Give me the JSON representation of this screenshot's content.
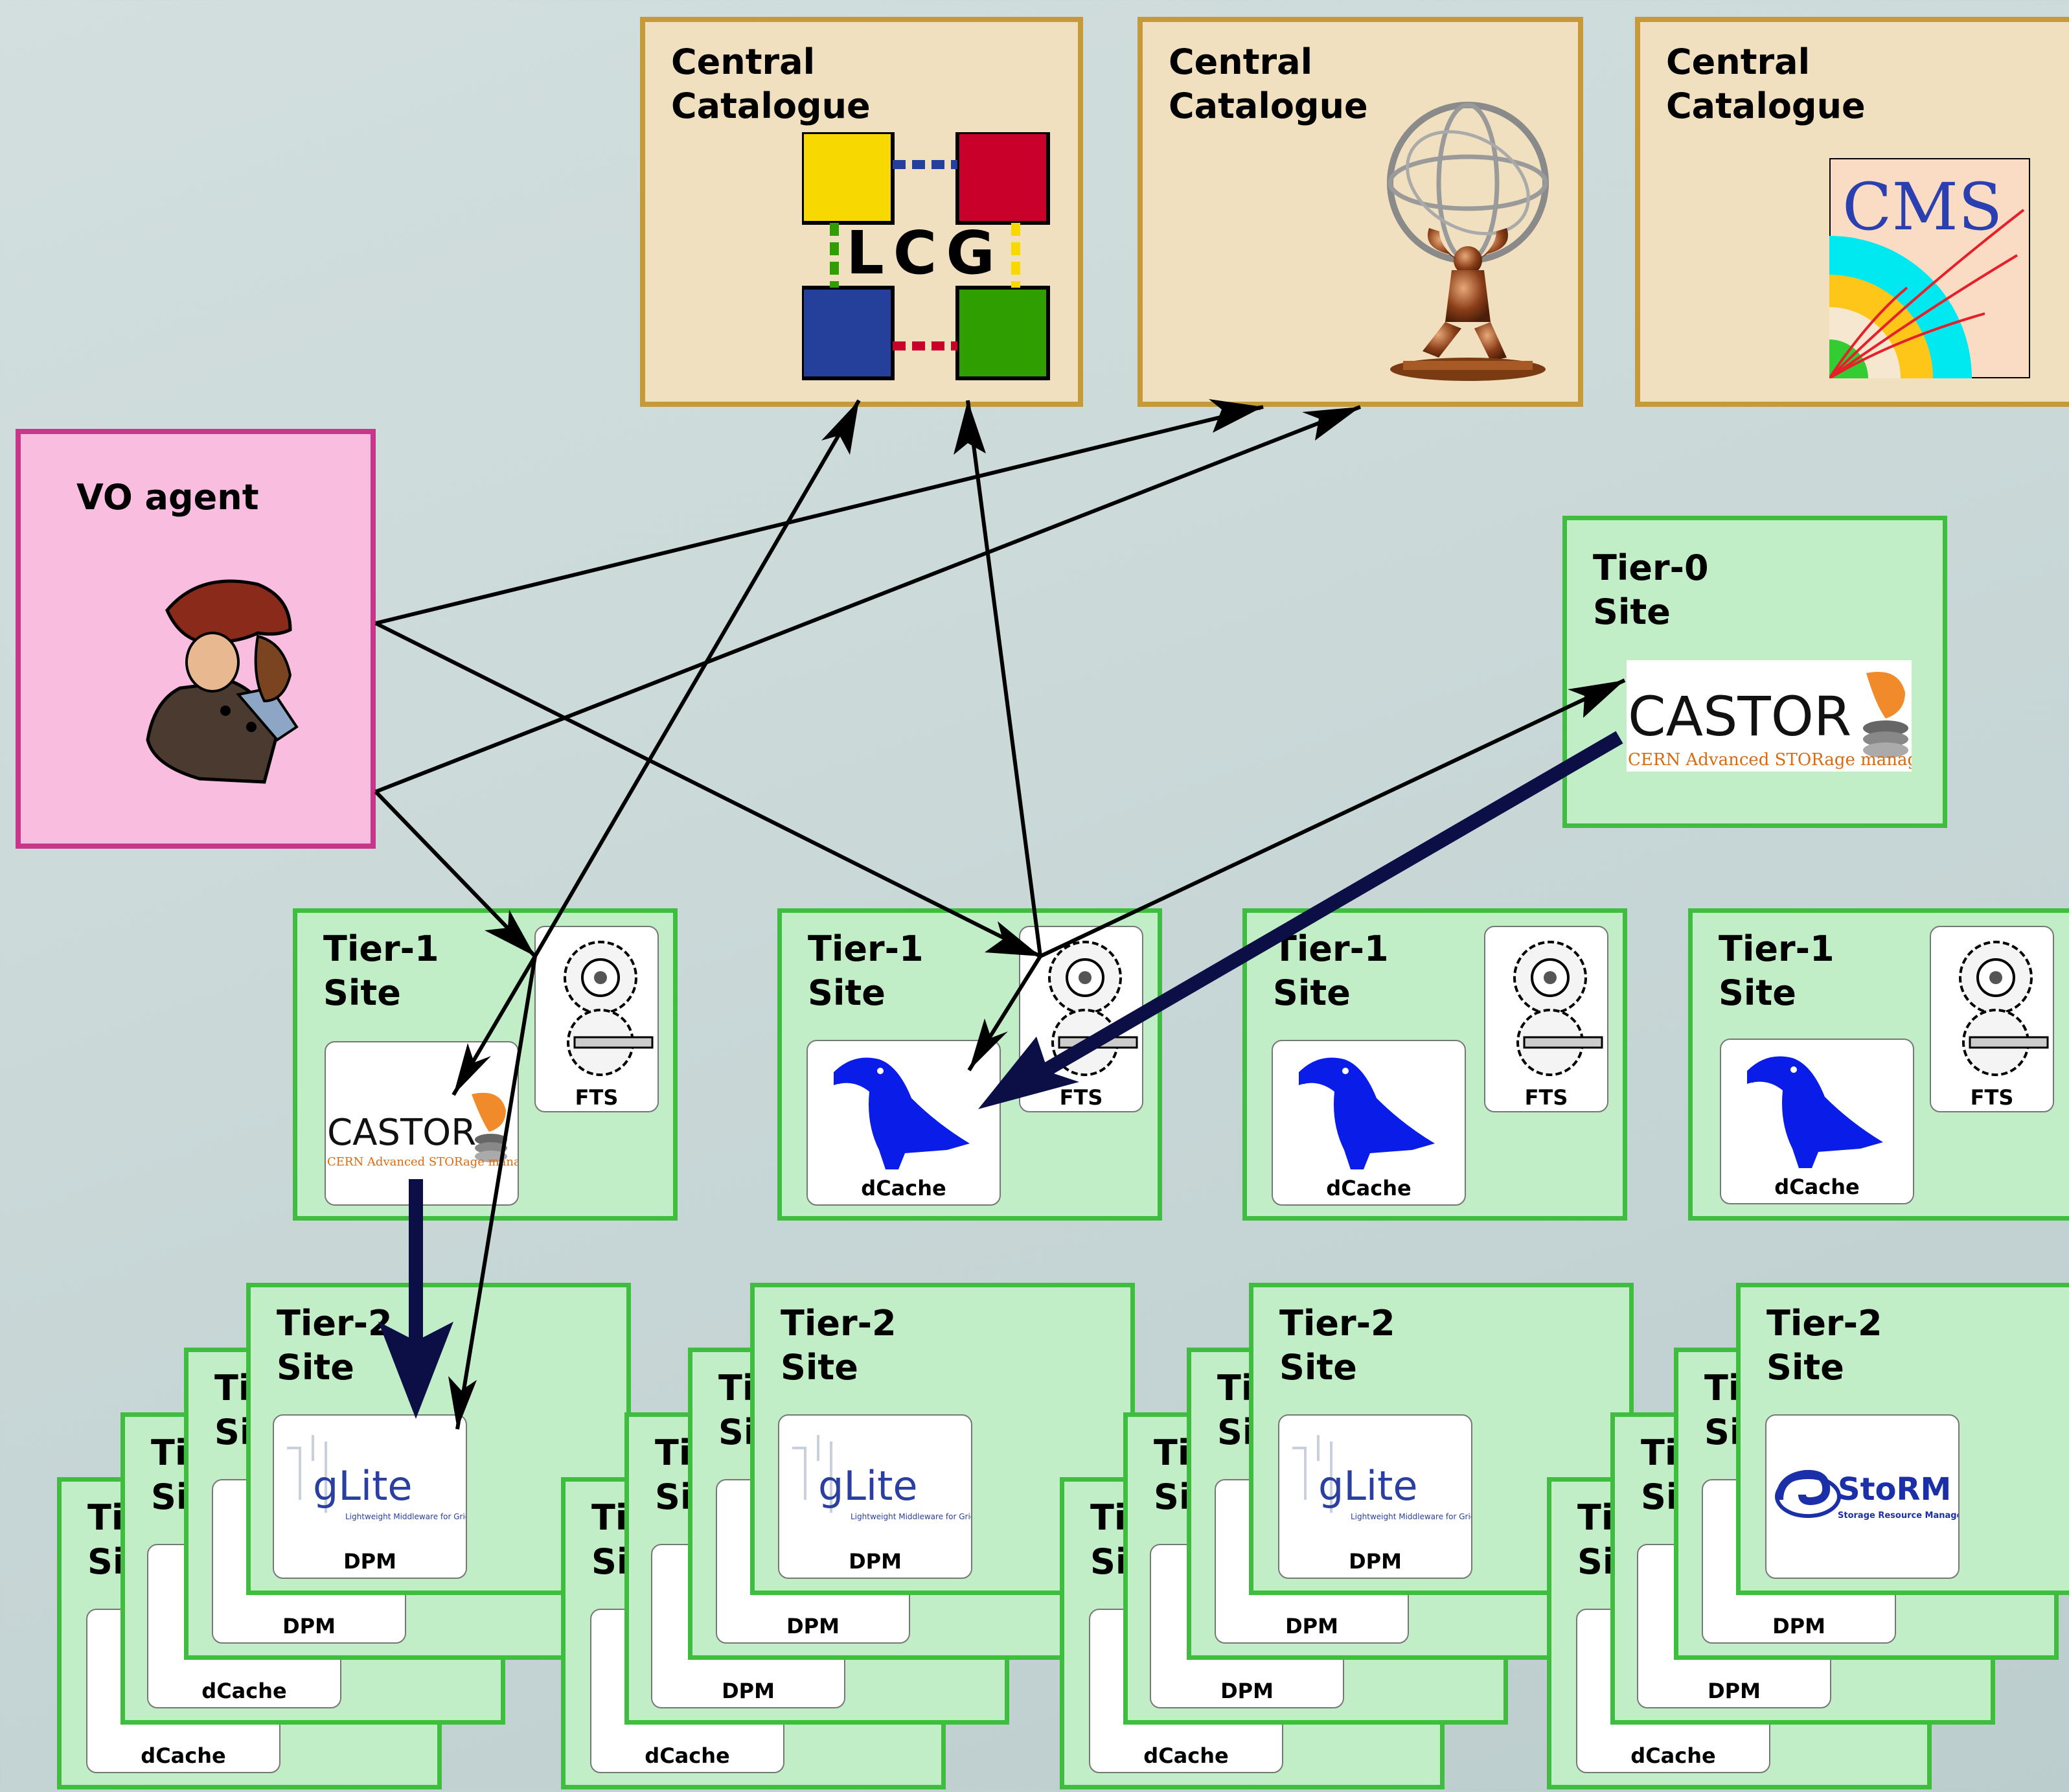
{
  "catalogues": [
    {
      "title": "Central\nCatalogue",
      "logo": "lcg-logo"
    },
    {
      "title": "Central\nCatalogue",
      "logo": "atlas-logo"
    },
    {
      "title": "Central\nCatalogue",
      "logo": "cms-logo"
    }
  ],
  "vo_agent": {
    "title": "VO agent",
    "icon": "agent-figure-icon"
  },
  "tier0": {
    "title": "Tier-0\nSite",
    "storage": "CASTOR",
    "storage_sub": "CERN Advanced STORage manager"
  },
  "tier1": [
    {
      "title": "Tier-1\nSite",
      "storage": "CASTOR",
      "storage_sub": "CERN Advanced STORage manager",
      "fts": "FTS"
    },
    {
      "title": "Tier-1\nSite",
      "storage": "dCache",
      "fts": "FTS"
    },
    {
      "title": "Tier-1\nSite",
      "storage": "dCache",
      "fts": "FTS"
    },
    {
      "title": "Tier-1\nSite",
      "storage": "dCache",
      "fts": "FTS"
    }
  ],
  "tier2_front": [
    {
      "title": "Tier-2\nSite",
      "storage": "DPM",
      "logo_text": "gLite",
      "logo_sub": "Lightweight Middleware for Grid Computing"
    },
    {
      "title": "Tier-2\nSite",
      "storage": "DPM",
      "logo_text": "gLite",
      "logo_sub": "Lightweight Middleware for Grid Computing"
    },
    {
      "title": "Tier-2\nSite",
      "storage": "DPM",
      "logo_text": "gLite",
      "logo_sub": "Lightweight Middleware for Grid Computing"
    },
    {
      "title": "Tier-2\nSite",
      "storage": "StoRM",
      "logo_text": "StoRM",
      "logo_sub": "Storage Resource Manager"
    }
  ],
  "tier2_stack_labels": {
    "back1": "DPM",
    "back2": "DPM",
    "back3": "dCache",
    "back4": "dCache"
  },
  "tier2_stack_partial": {
    "line1": "Ti",
    "line2": "Si"
  },
  "colors": {
    "catalogue_fill": "#f0e0c0",
    "catalogue_border": "#c49a3a",
    "vo_fill": "#f9bde0",
    "vo_border": "#c8368a",
    "site_fill": "#c2eec7",
    "site_border": "#3fbd3f",
    "thick_arrow": "#0b0f45"
  }
}
